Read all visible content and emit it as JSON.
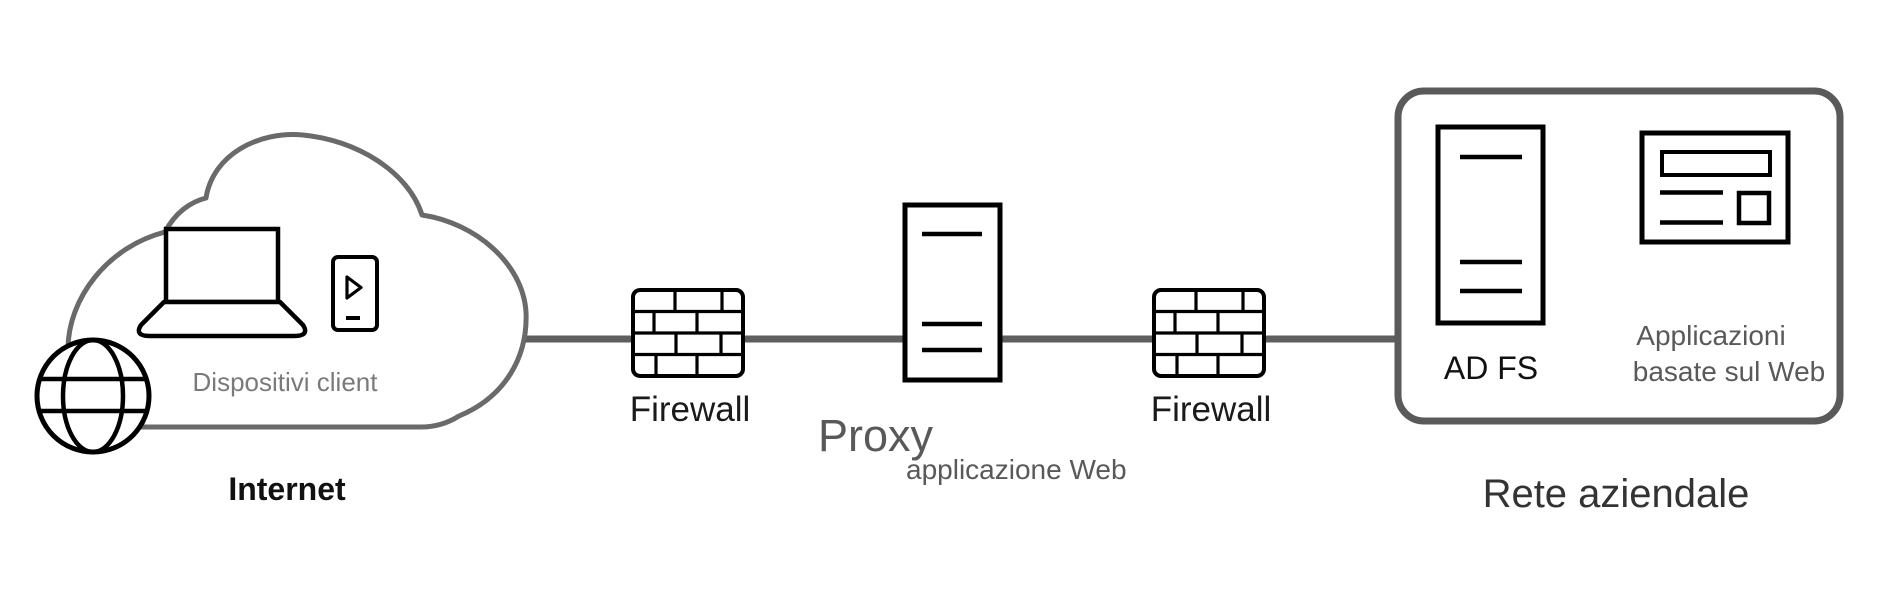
{
  "diagram": {
    "internet": {
      "devices_label": "Dispositivi client",
      "caption": "Internet"
    },
    "firewall_left": {
      "label": "Firewall"
    },
    "web_app_proxy": {
      "label_primary": "Proxy",
      "label_secondary": "applicazione Web"
    },
    "firewall_right": {
      "label": "Firewall"
    },
    "corporate_network": {
      "adfs_label": "AD FS",
      "web_apps_label_line1": "Applicazioni",
      "web_apps_label_line2": "basate sul Web",
      "caption": "Rete aziendale"
    },
    "colors": {
      "cloud_outline_gray": "#6a6a6a",
      "connector_gray": "#5e5e5e",
      "boundary_gray": "#5a5a5a",
      "icon_black": "#000000",
      "label_gray": "#595959",
      "label_muted_gray": "#7a7a7a",
      "label_dark": "#333333"
    }
  }
}
